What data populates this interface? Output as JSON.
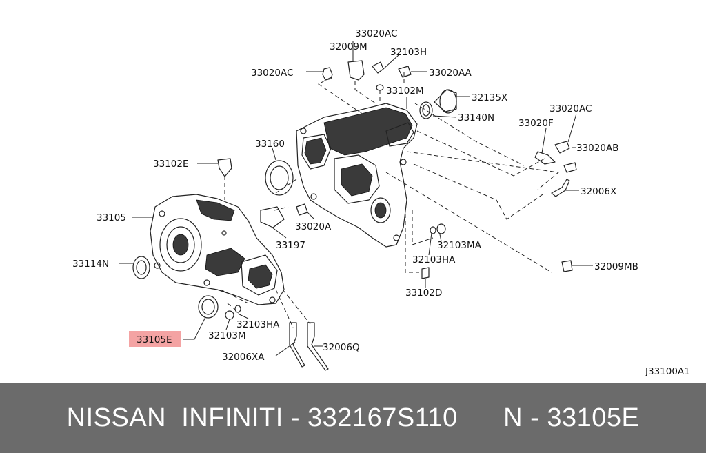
{
  "labels": {
    "33020AC_top": "33020AC",
    "32009M": "32009M",
    "32103H": "32103H",
    "33020AC_left": "33020AC",
    "33020AA": "33020AA",
    "33102M": "33102M",
    "32135X": "32135X",
    "33140N": "33140N",
    "33020AC_right": "33020AC",
    "33020F": "33020F",
    "33020AB": "33020AB",
    "32006X": "32006X",
    "33160": "33160",
    "33102E": "33102E",
    "33105": "33105",
    "33020A": "33020A",
    "33197": "33197",
    "33114N": "33114N",
    "32103MA": "32103MA",
    "32103HA_right": "32103HA",
    "32009MB": "32009MB",
    "33102D": "33102D",
    "32103HA_bottom": "32103HA",
    "32103M": "32103M",
    "33105E": "33105E",
    "32006Q": "32006Q",
    "32006XA": "32006XA",
    "diagram_code": "J33100A1"
  },
  "highlight_color": "#f4a3a3",
  "banner": {
    "text": "NISSAN  INFINITI - 332167S110      N - 33105E",
    "background": "#6b6b6b",
    "color": "#ffffff"
  }
}
